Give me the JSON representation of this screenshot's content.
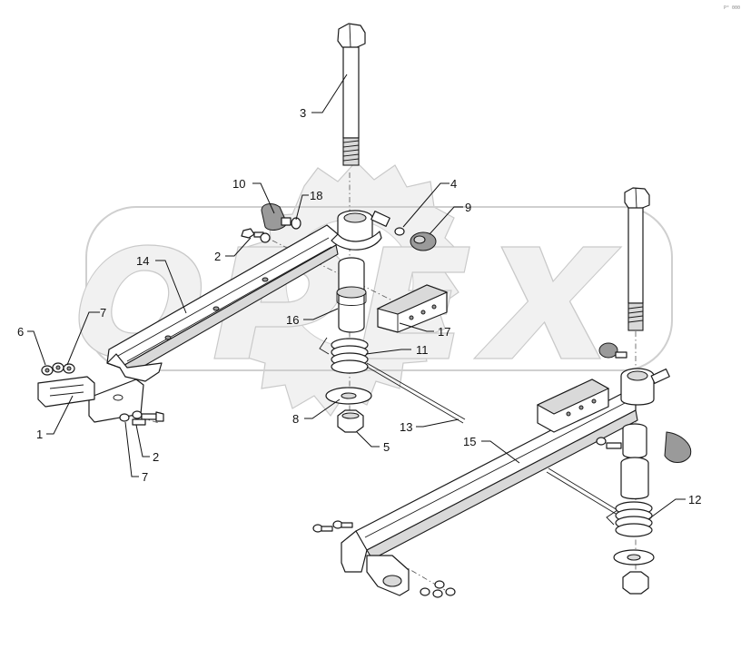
{
  "diagram": {
    "type": "exploded-parts-diagram",
    "watermark_text": "OPEX",
    "corner_code": "P° 000",
    "callouts": [
      {
        "id": "c3",
        "label": "3"
      },
      {
        "id": "c10",
        "label": "10"
      },
      {
        "id": "c18",
        "label": "18"
      },
      {
        "id": "c4",
        "label": "4"
      },
      {
        "id": "c9",
        "label": "9"
      },
      {
        "id": "c2a",
        "label": "2"
      },
      {
        "id": "c14",
        "label": "14"
      },
      {
        "id": "c16",
        "label": "16"
      },
      {
        "id": "c17",
        "label": "17"
      },
      {
        "id": "c11",
        "label": "11"
      },
      {
        "id": "c6",
        "label": "6"
      },
      {
        "id": "c7a",
        "label": "7"
      },
      {
        "id": "c1",
        "label": "1"
      },
      {
        "id": "c8",
        "label": "8"
      },
      {
        "id": "c5",
        "label": "5"
      },
      {
        "id": "c13",
        "label": "13"
      },
      {
        "id": "c2b",
        "label": "2"
      },
      {
        "id": "c7b",
        "label": "7"
      },
      {
        "id": "c15",
        "label": "15"
      },
      {
        "id": "c12",
        "label": "12"
      }
    ]
  }
}
